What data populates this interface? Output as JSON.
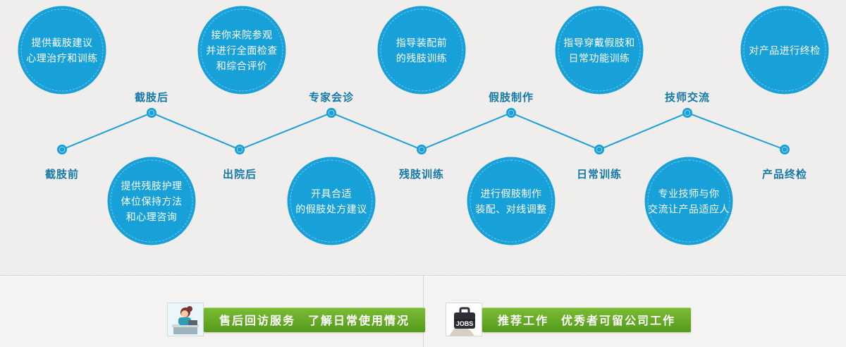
{
  "page": {
    "background": "#f0efed",
    "accent_blue": "#18a0d8",
    "label_color": "#1478a8",
    "banner_green_top": "#7cbd35",
    "banner_green_bottom": "#539a1b"
  },
  "stages": [
    {
      "label": "截肢前",
      "detail": [
        "提供截肢建议",
        "心理治疗和训练"
      ]
    },
    {
      "label": "截肢后",
      "detail": [
        "提供残肢护理",
        "体位保持方法",
        "和心理咨询"
      ]
    },
    {
      "label": "出院后",
      "detail": [
        "接你来院参观",
        "并进行全面检查",
        "和综合评价"
      ]
    },
    {
      "label": "专家会诊",
      "detail": [
        "开具合适",
        "的假肢处方建议"
      ]
    },
    {
      "label": "残肢训练",
      "detail": [
        "指导装配前",
        "的残肢训练"
      ]
    },
    {
      "label": "假肢制作",
      "detail": [
        "进行假肢制作",
        "装配、对线调整"
      ]
    },
    {
      "label": "日常训练",
      "detail": [
        "指导穿戴假肢和",
        "日常功能训练"
      ]
    },
    {
      "label": "技师交流",
      "detail": [
        "专业技师与你",
        "交流让产品适应人"
      ]
    },
    {
      "label": "产品终检",
      "detail": [
        "对产品进行终检"
      ]
    }
  ],
  "banners": [
    {
      "icon": "customer-service-icon",
      "text": "售后回访服务　了解日常使用情况"
    },
    {
      "icon": "jobs-briefcase-icon",
      "icon_text": "JOBS",
      "text": "推荐工作　优秀者可留公司工作"
    }
  ]
}
